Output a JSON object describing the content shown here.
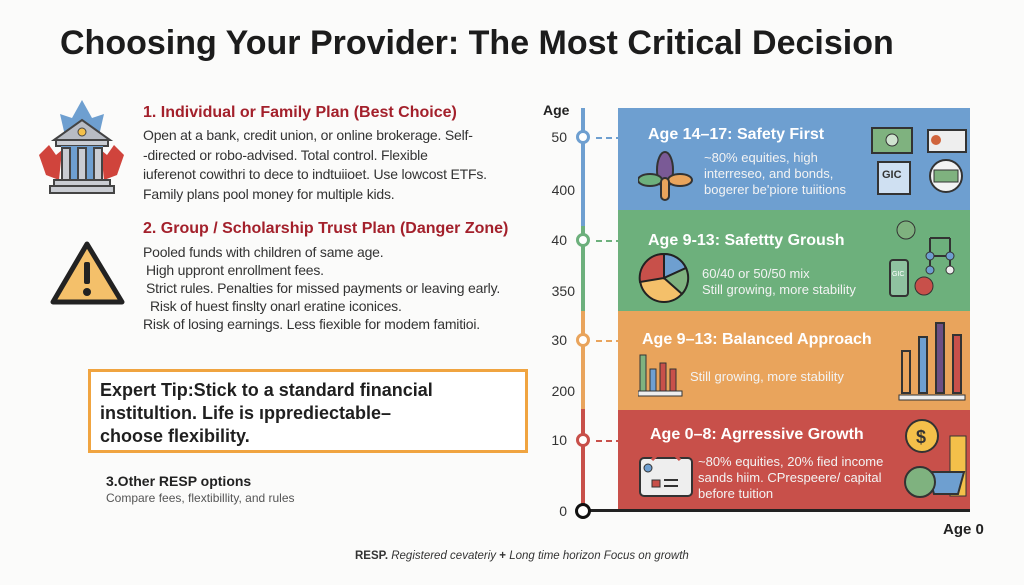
{
  "title": "Choosing Your Provider: The Most Critical Decision",
  "plans": [
    {
      "heading": "1. Individual or Family Plan (Best Choice)",
      "lines": [
        "Open at a bank, credit union, or online brokerage. Self-",
        "-directed or robo-advised.   Total control. Flexible",
        "iuferenot cowithri to dece to indtuiioet. Use lowcost ETFs.",
        "Family plans pool money for multiple kids."
      ]
    },
    {
      "heading": "2. Group / Scholarship Trust Plan (Danger Zone)",
      "lines": [
        "Pooled funds with children of same age.",
        "High uppront enrollment fees.",
        "Strict rules. Penalties for missed payments or leaving early.",
        "Risk of huest finslty onarl eratine iconices.",
        "Risk of losing earnings. Less fiexible for modem famitioi."
      ]
    }
  ],
  "tip": {
    "lines": [
      "Expert Tip:Stick to a standard financial",
      "institultion. Life is ıpprediectable–",
      "choose flexibility."
    ]
  },
  "other": {
    "heading": "3.Other RESP options",
    "text": "Compare fees, flextibillity, and rules"
  },
  "axis": {
    "title": "Age",
    "labels": [
      "50",
      "400",
      "40",
      "350",
      "30",
      "200",
      "10",
      "0"
    ],
    "x_label": "Age 0"
  },
  "bands": [
    {
      "title": "Age 14–17: Safety First",
      "lines": [
        "~80% equities, high",
        "interreseo, and bonds,",
        "bogerer be'piore tuiitions"
      ],
      "color": "#6e9fd0",
      "icon_text": "GIC"
    },
    {
      "title": "Age 9-13: Safettty Grоush",
      "lines": [
        "60/40 or 50/50 mix",
        "Still growing, more stability"
      ],
      "color": "#6db07c",
      "icon_text": "GIC"
    },
    {
      "title": "Age 9–13: Balanced Approach",
      "lines": [
        "Still growing, more stability"
      ],
      "color": "#e9a45c"
    },
    {
      "title": "Age 0–8: Agrressive Growth",
      "lines": [
        "~80% equities, 20% fied income",
        "sands hiim. CPrespeere/ capital",
        "before tuition"
      ],
      "color": "#c8504a"
    }
  ],
  "footer": {
    "bold": "RESP.",
    "text": "Registered cevateriy",
    "plus": "+",
    "rest": "Long time horizon Focus on growth"
  }
}
